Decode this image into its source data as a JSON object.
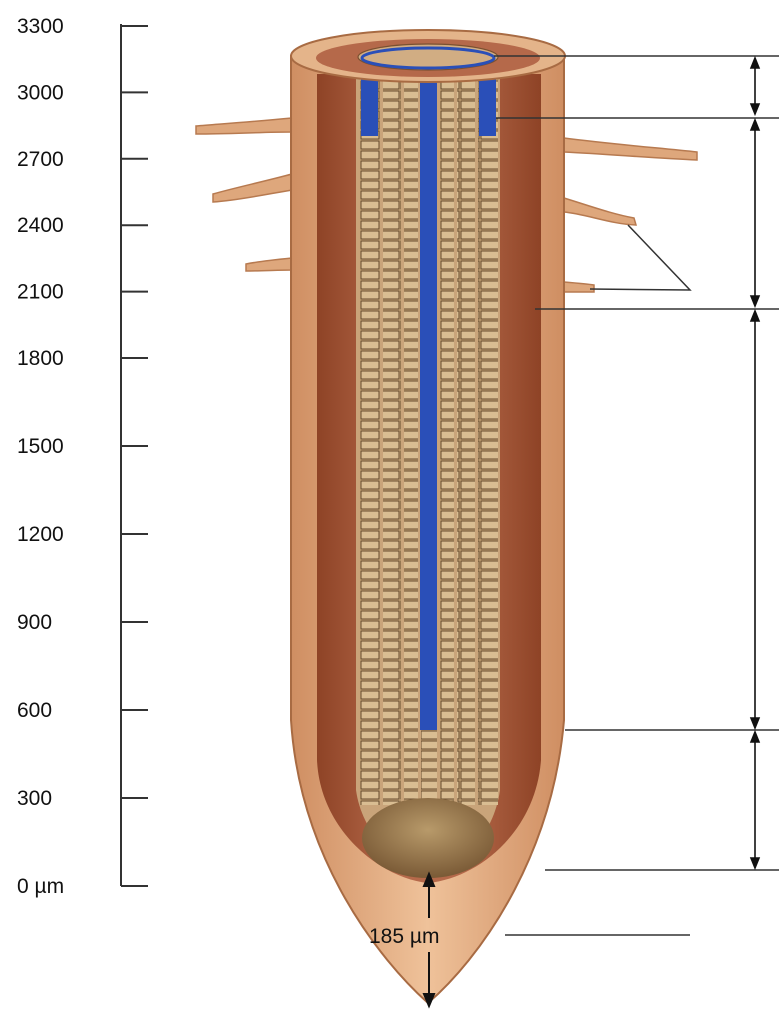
{
  "diagram": {
    "scale_ticks": [
      {
        "value": 3300,
        "label": "3300"
      },
      {
        "value": 3000,
        "label": "3000"
      },
      {
        "value": 2700,
        "label": "2700"
      },
      {
        "value": 2400,
        "label": "2400"
      },
      {
        "value": 2100,
        "label": "2100"
      },
      {
        "value": 1800,
        "label": "1800"
      },
      {
        "value": 1500,
        "label": "1500"
      },
      {
        "value": 1200,
        "label": "1200"
      },
      {
        "value": 900,
        "label": "900"
      },
      {
        "value": 600,
        "label": "600"
      },
      {
        "value": 300,
        "label": "300"
      },
      {
        "value": 0,
        "label": "0 µm"
      }
    ],
    "cap_width_label": "185 µm",
    "colors": {
      "epidermis": "#dea77c",
      "cortex": "#a85a3a",
      "stele": "#caa57c",
      "cell_file": "#b89468",
      "vessel_blue": "#2a4fb8",
      "root_cap": "#e6b088",
      "axis": "#333333"
    }
  }
}
